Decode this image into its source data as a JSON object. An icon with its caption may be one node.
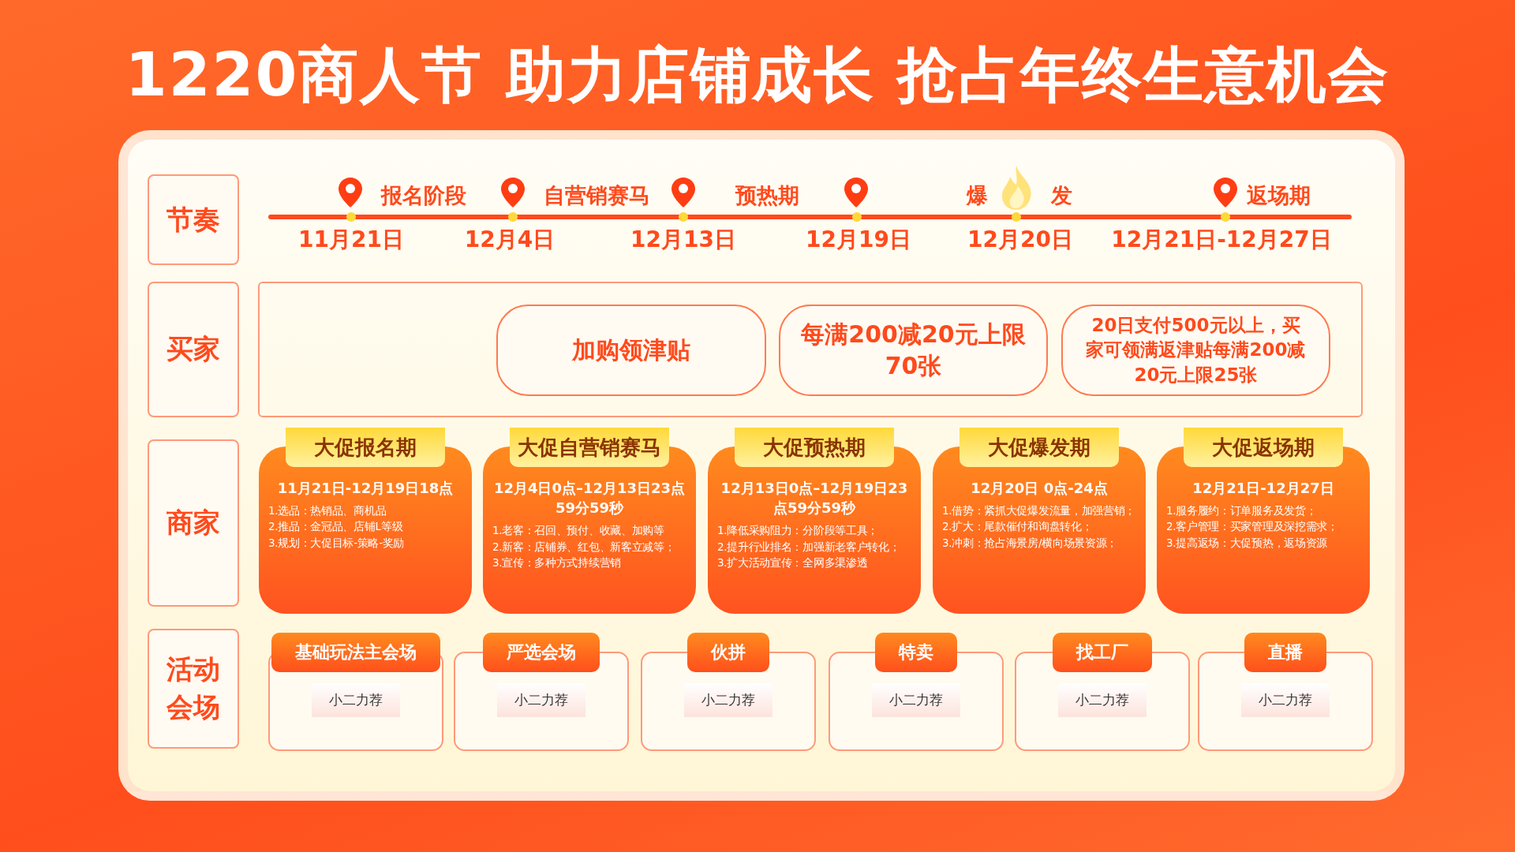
{
  "diagram": {
    "title": "1220商人节 助力店铺成长 抢占年终生意机会",
    "nodes": [
      {
        "text": [
          "节奏"
        ]
      },
      {
        "text": [
          "买家"
        ]
      },
      {
        "text": [],
        "shape": "box"
      },
      {
        "text": [
          "加购领津贴"
        ],
        "in": 2
      },
      {
        "text": [
          "每满200减20元上限70张"
        ],
        "in": 2
      },
      {
        "text": [
          "20日支付500元以上，买家可领满返津贴每满200减20元上限25张"
        ],
        "in": 2
      },
      {
        "text": [
          "商家"
        ]
      },
      {
        "text": [
          "大促报名期",
          "11月21日-12月19日18点",
          "1.选品：热销品、商机品",
          "2.推品：金冠品、店铺L等级",
          "3.规划：大促目标-策略-奖励"
        ]
      },
      {
        "text": [
          "大促自营销赛马",
          "12月4日0点–12月13日23点59分59秒",
          "1.老客：召回、预付、收藏、加购等",
          "2.新客：店铺券、红包、新客立减等；",
          "3.宣传：多种方式持续营销"
        ]
      },
      {
        "text": [
          "大促预热期",
          "12月13日0点–12月19日23点59分59秒",
          "1.降低采购阻力：分阶段等工具；",
          "2.提升行业排名：加强新老客户转化；",
          "3.扩大活动宣传：全网多渠渗透"
        ]
      },
      {
        "text": [
          "大促爆发期",
          "12月20日 0点-24点",
          "1.借势：紧抓大促爆发流量，加强营销；",
          "2.扩大：尾款催付和询盘转化；",
          "3.冲刺：抢占海景房/横向场景资源；"
        ]
      },
      {
        "text": [
          "大促返场期",
          "12月21日-12月27日",
          "1.服务履约：订单服务及发货；",
          "2.客户管理：买家管理及深挖需求；",
          "3.提高返场：大促预热，返场资源"
        ]
      },
      {
        "text": [
          "活动会场"
        ]
      },
      {
        "text": [
          "基础玩法主会场",
          "小二力荐"
        ]
      },
      {
        "text": [
          "严选会场",
          "小二力荐"
        ]
      },
      {
        "text": [
          "伙拼",
          "小二力荐"
        ]
      },
      {
        "text": [
          "特卖",
          "小二力荐"
        ]
      },
      {
        "text": [
          "找工厂",
          "小二力荐"
        ]
      },
      {
        "text": [
          "直播",
          "小二力荐"
        ]
      }
    ],
    "labels": [
      "报名阶段",
      "自营销赛马",
      "预热期",
      "爆",
      "发",
      "返场期",
      "11月21日",
      "12月4日",
      "12月13日",
      "12月19日",
      "12月20日",
      "12月21日-12月27日"
    ]
  }
}
